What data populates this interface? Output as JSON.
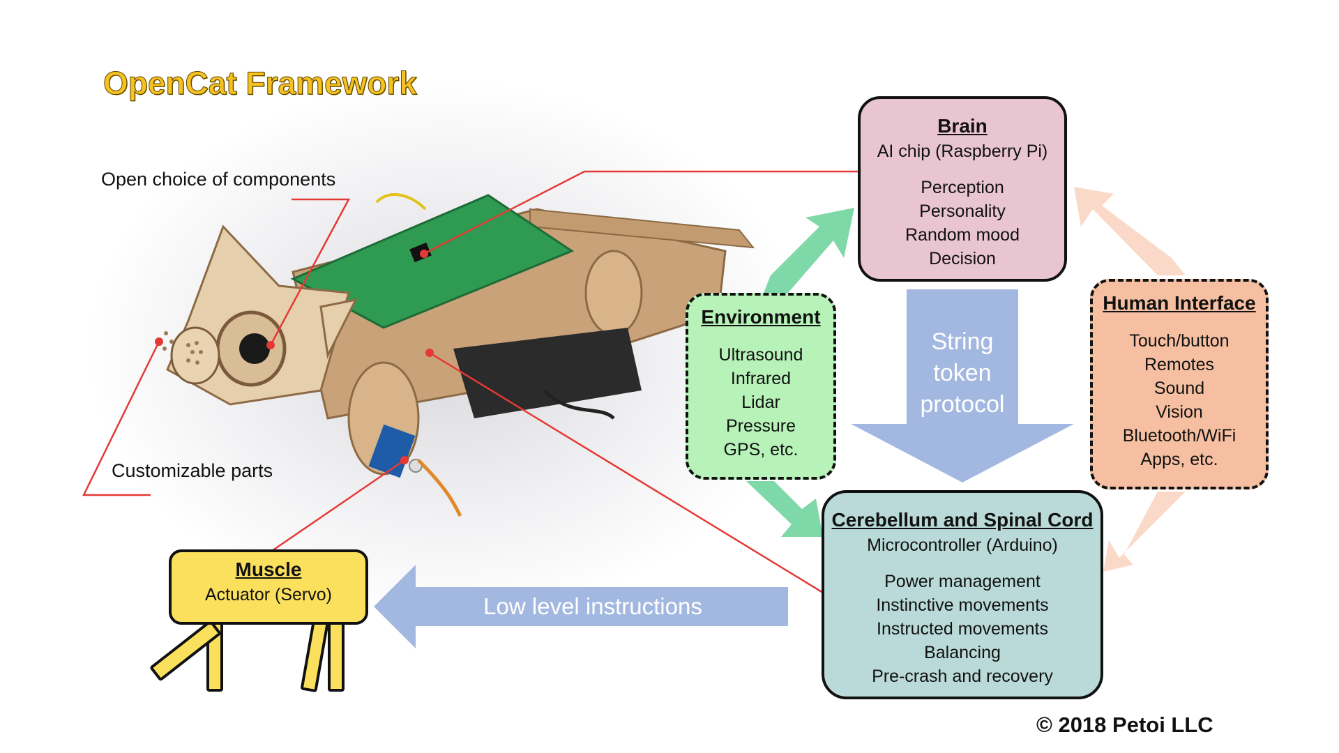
{
  "title": "OpenCat Framework",
  "copyright": "© 2018 Petoi LLC",
  "labels": {
    "open_choice": "Open choice of components",
    "customizable": "Customizable parts"
  },
  "brain": {
    "title": "Brain",
    "subtitle": "AI chip (Raspberry Pi)",
    "items": [
      "Perception",
      "Personality",
      "Random mood",
      "Decision"
    ]
  },
  "environment": {
    "title": "Environment",
    "items": [
      "Ultrasound",
      "Infrared",
      "Lidar",
      "Pressure",
      "GPS, etc."
    ]
  },
  "human_interface": {
    "title": "Human Interface",
    "items": [
      "Touch/button",
      "Remotes",
      "Sound",
      "Vision",
      "Bluetooth/WiFi",
      "Apps, etc."
    ]
  },
  "cerebellum": {
    "title": "Cerebellum and Spinal Cord",
    "subtitle": "Microcontroller (Arduino)",
    "items": [
      "Power management",
      "Instinctive movements",
      "Instructed movements",
      "Balancing",
      "Pre-crash and recovery"
    ]
  },
  "muscle": {
    "title": "Muscle",
    "subtitle": "Actuator (Servo)"
  },
  "arrows": {
    "string_token": [
      "String",
      "token",
      "protocol"
    ],
    "low_level": "Low level instructions"
  },
  "colors": {
    "brain": "#e9c4d1",
    "cerebellum": "#b9dad8",
    "environment": "#b7f3b9",
    "human_interface": "#f6bfa1",
    "muscle": "#fbe05d",
    "blue_arrow": "#a3b8e0",
    "green_arrow": "#7fd8a8",
    "peach_arrow": "#fbd9c9",
    "leader_line": "#e53935",
    "title": "#f5c220"
  }
}
